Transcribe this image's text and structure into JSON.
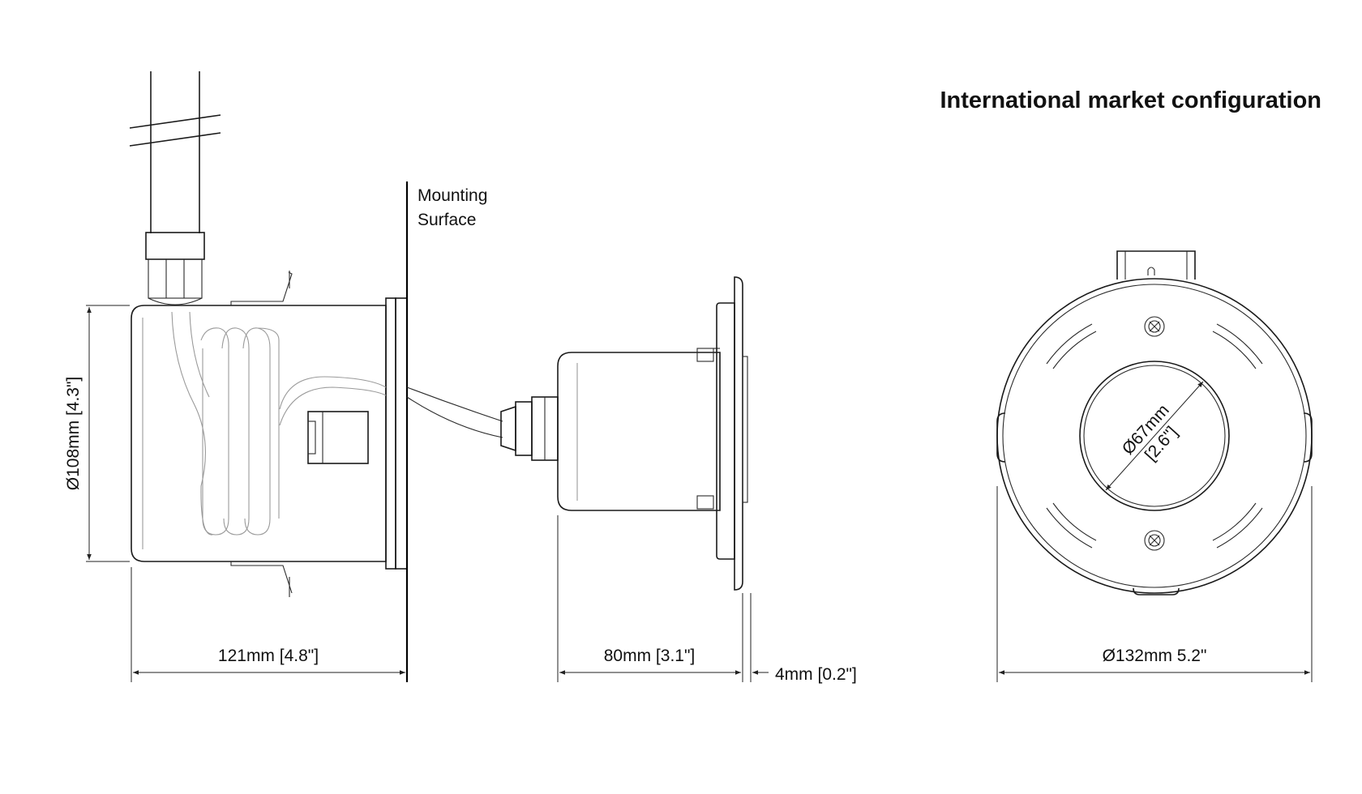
{
  "title": "International market configuration",
  "mounting_surface": {
    "line1": "Mounting",
    "line2": "Surface"
  },
  "dimensions": {
    "diameter_108": "Ø108mm [4.3\"]",
    "depth_121": "121mm [4.8\"]",
    "depth_80": "80mm [3.1\"]",
    "flange_4": "4mm [0.2\"]",
    "diameter_132": "Ø132mm 5.2\"",
    "aperture_line1": "Ø67mm",
    "aperture_line2": "[2.6\"]"
  }
}
